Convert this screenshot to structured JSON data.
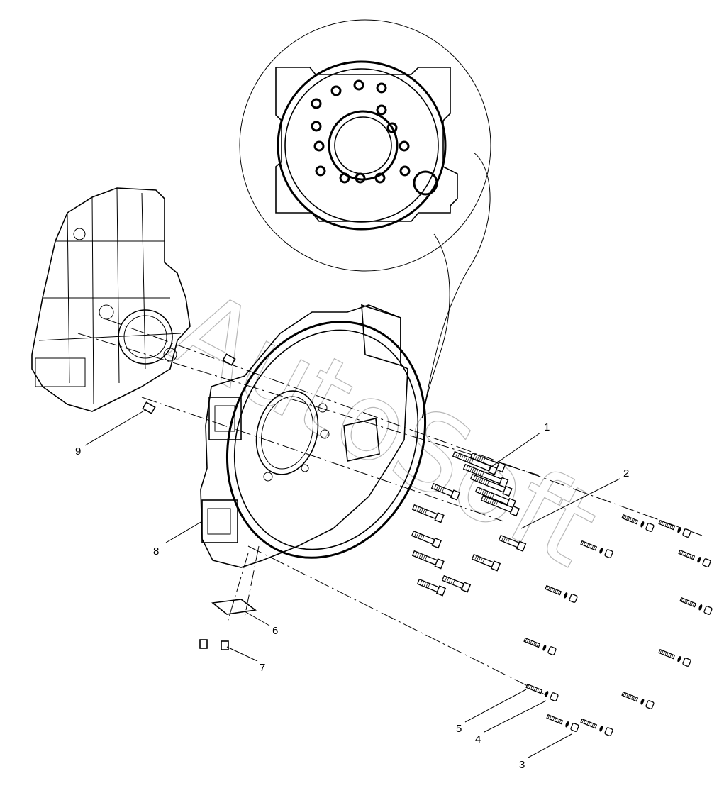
{
  "watermark": "AutoSoft",
  "colors": {
    "line": "#000000",
    "background": "#ffffff",
    "watermark": "#9a9a9a"
  },
  "parts": [
    {
      "id": "1",
      "label": "1",
      "name": "long bolt"
    },
    {
      "id": "2",
      "label": "2",
      "name": "bolt"
    },
    {
      "id": "3",
      "label": "3",
      "name": "nut"
    },
    {
      "id": "4",
      "label": "4",
      "name": "washer"
    },
    {
      "id": "5",
      "label": "5",
      "name": "stud"
    },
    {
      "id": "6",
      "label": "6",
      "name": "cover plate"
    },
    {
      "id": "7",
      "label": "7",
      "name": "screw"
    },
    {
      "id": "8",
      "label": "8",
      "name": "flywheel housing"
    },
    {
      "id": "9",
      "label": "9",
      "name": "dowel pin"
    }
  ]
}
